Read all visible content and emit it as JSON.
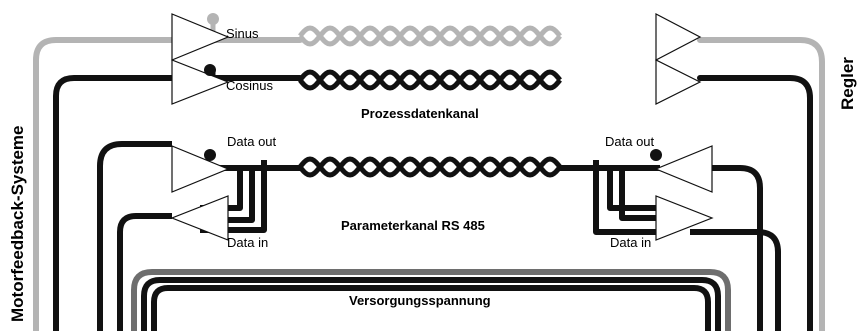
{
  "diagram": {
    "left_side_title": "Motorfeedback-Systeme",
    "right_side_title": "Regler",
    "signals": {
      "sinus": "Sinus",
      "cosinus": "Cosinus",
      "data_out_left": "Data out",
      "data_in_left": "Data in",
      "data_out_right": "Data out",
      "data_in_right": "Data in"
    },
    "channels": {
      "process": "Prozessdatenkanal",
      "parameter": "Parameterkanal RS 485",
      "supply": "Versorgungsspannung"
    },
    "colors": {
      "black_wire": "#111111",
      "grey_wire": "#b4b4b4",
      "dark_grey_wire": "#6e6e6e",
      "background": "#ffffff"
    }
  }
}
